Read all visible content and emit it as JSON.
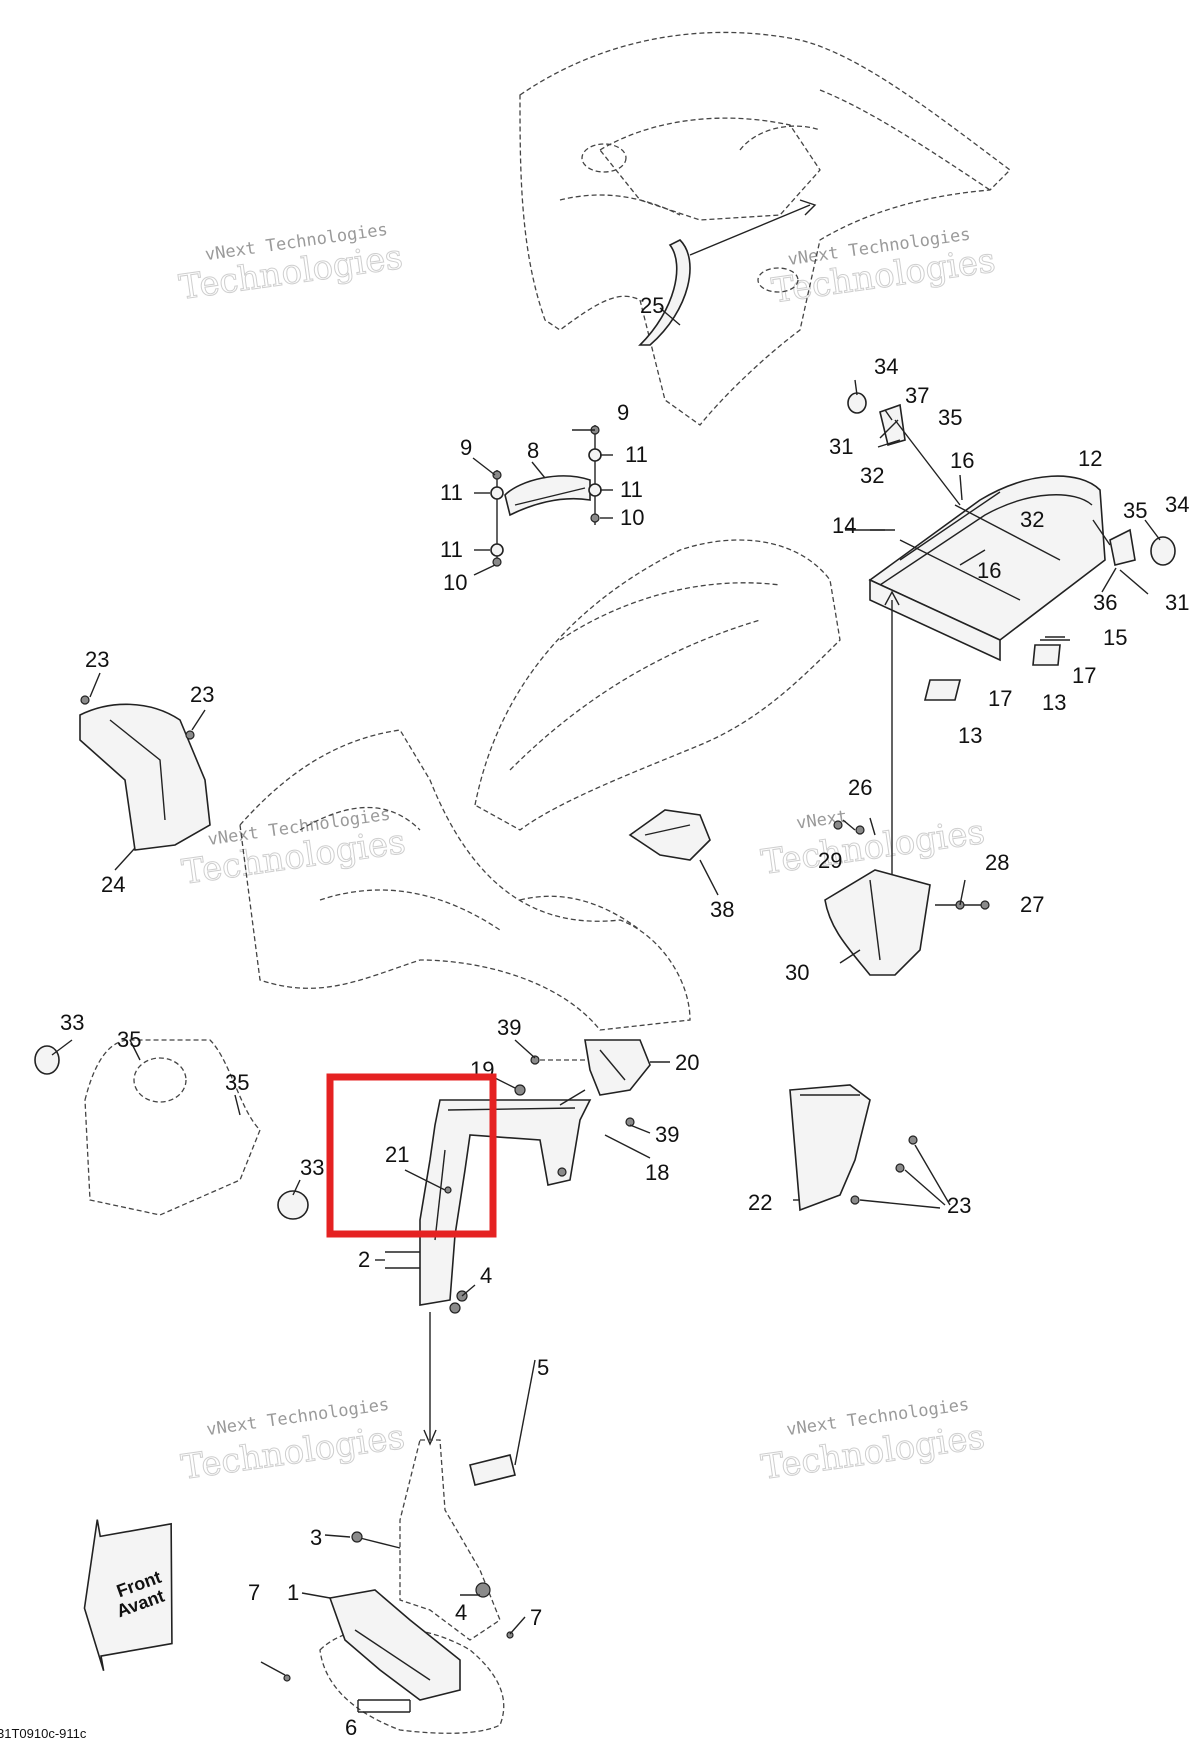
{
  "diagram": {
    "reference_code": "31T0910c-911c",
    "direction_arrow": {
      "line1": "Front",
      "line2": "Avant"
    },
    "watermark": {
      "line1": "vNext Technologies",
      "line2": "Technologies",
      "line3": "vNext"
    },
    "highlight_color": "#e52222",
    "highlighted_part": "21",
    "callouts": [
      "1",
      "2",
      "3",
      "4",
      "5",
      "6",
      "7",
      "8",
      "9",
      "10",
      "11",
      "12",
      "13",
      "14",
      "15",
      "16",
      "17",
      "18",
      "19",
      "20",
      "21",
      "22",
      "23",
      "24",
      "25",
      "26",
      "27",
      "28",
      "29",
      "30",
      "31",
      "32",
      "33",
      "34",
      "35",
      "36",
      "37",
      "38",
      "39"
    ]
  }
}
